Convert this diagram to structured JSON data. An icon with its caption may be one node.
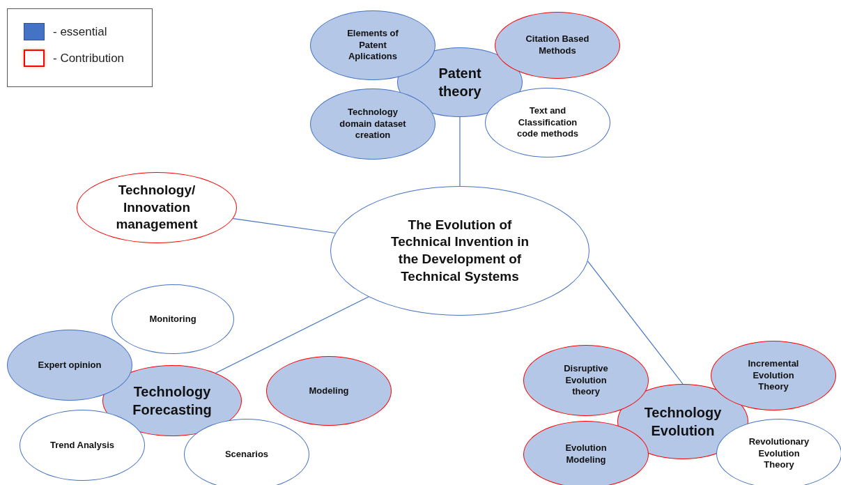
{
  "diagram": {
    "nodes": [
      {
        "text": [
          "Patent theory"
        ]
      },
      {
        "text": [
          "Elements of Patent Aplications"
        ]
      },
      {
        "text": [
          "Citation Based Methods"
        ]
      },
      {
        "text": [
          "Technology domain dataset creation"
        ]
      },
      {
        "text": [
          "Text and Classification code methods"
        ]
      },
      {
        "text": [
          "Technology/ Innovation management"
        ]
      },
      {
        "text": [
          "The Evolution of Technical Invention in the Development of Technical Systems"
        ]
      },
      {
        "text": [
          "Monitoring"
        ]
      },
      {
        "text": [
          "Expert opinion"
        ]
      },
      {
        "text": [
          "Technology Forecasting"
        ]
      },
      {
        "text": [
          "Modeling"
        ]
      },
      {
        "text": [
          "Trend Analysis"
        ]
      },
      {
        "text": [
          "Scenarios"
        ]
      },
      {
        "text": [
          "Disruptive Evolution theory"
        ]
      },
      {
        "text": [
          "Incremental Evolution Theory"
        ]
      },
      {
        "text": [
          "Technology Evolution"
        ]
      },
      {
        "text": [
          "Evolution Modeling"
        ]
      },
      {
        "text": [
          "Revolutionary Evolution Theory"
        ]
      }
    ],
    "edges": [
      {
        "from": 0,
        "to": 6,
        "arrow": "none"
      },
      {
        "from": 5,
        "to": 6,
        "arrow": "none"
      },
      {
        "from": 6,
        "to": 9,
        "arrow": "none"
      },
      {
        "from": 6,
        "to": 15,
        "arrow": "none"
      }
    ],
    "legend": [
      {
        "text": "- essential",
        "color": "#4472c4"
      },
      {
        "text": "- Contribution"
      }
    ]
  }
}
